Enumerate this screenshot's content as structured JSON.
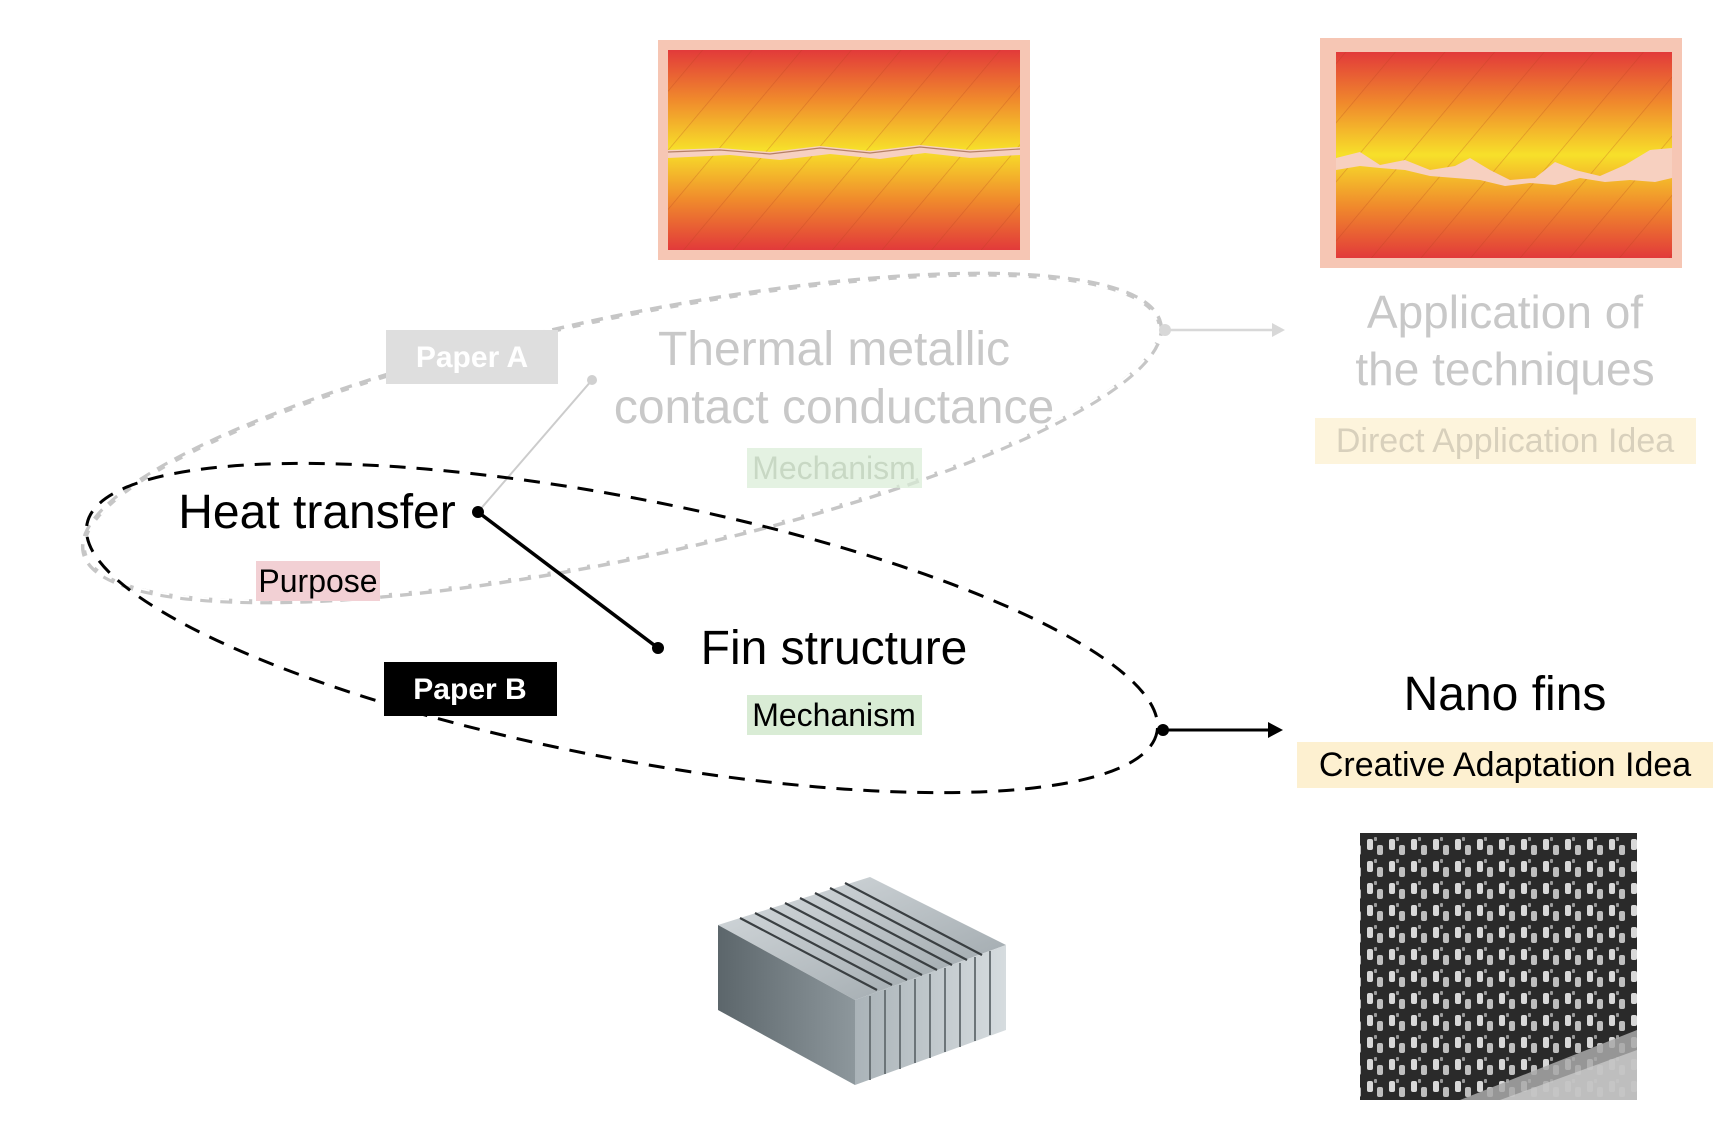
{
  "paper_a": {
    "badge": "Paper A",
    "purpose_term": "Heat transfer",
    "mechanism_term_line1": "Thermal metallic",
    "mechanism_term_line2": "contact conductance",
    "mechanism_tag": "Mechanism",
    "application_line1": "Application of",
    "application_line2": "the techniques",
    "application_tag": "Direct Application Idea"
  },
  "paper_b": {
    "badge": "Paper B",
    "purpose_term": "Heat transfer",
    "purpose_tag": "Purpose",
    "mechanism_term": "Fin structure",
    "mechanism_tag": "Mechanism",
    "application_term": "Nano fins",
    "application_tag": "Creative Adaptation Idea"
  },
  "colors": {
    "purpose_tag_bg": "#f2d0d4",
    "mechanism_tag_bg": "#d9ecd5",
    "idea_tag_bg": "#fdf0d0",
    "faded_text": "#c8c8c8",
    "faded_badge_bg": "#dedede",
    "paper_b_badge_bg": "#000000",
    "heat_gradient_outer": "#e23a3a",
    "heat_gradient_inner": "#f7e02a"
  },
  "icons": {
    "contact_image_1": "thermal-contact-interface-image",
    "contact_image_2": "rough-thermal-contact-image",
    "heat_sink": "fin-heat-sink-image",
    "nano_array": "nano-fin-array-image"
  }
}
